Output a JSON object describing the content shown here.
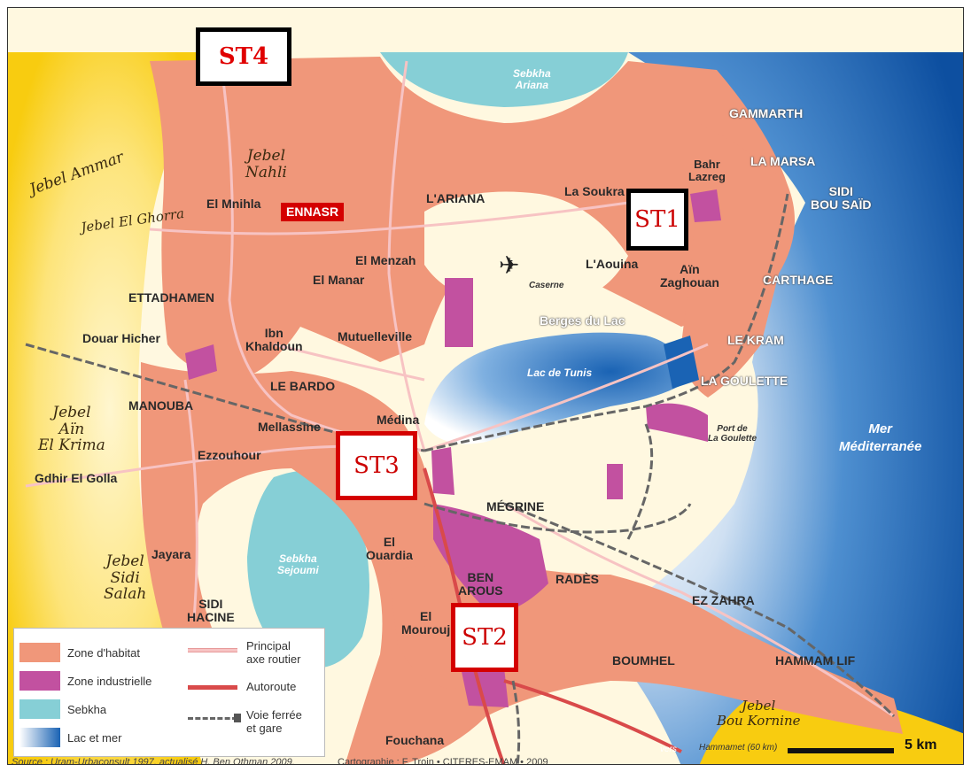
{
  "map": {
    "stations": [
      {
        "id": "st4",
        "label": "ST4",
        "color": "#e00000",
        "border": "#000000"
      },
      {
        "id": "st1",
        "label": "ST1",
        "color": "#cc0000",
        "border": "#000000"
      },
      {
        "id": "st3",
        "label": "ST3",
        "color": "#cc0000",
        "border": "#d40000"
      },
      {
        "id": "st2",
        "label": "ST2",
        "color": "#cc0000",
        "border": "#d40000"
      }
    ],
    "places": {
      "gammarth": "GAMMARTH",
      "la_marsa": "LA MARSA",
      "bahr_lazreg": "Bahr\nLazreg",
      "sidi_bou_said": "SIDI\nBOU SAÏD",
      "la_soukra": "La Soukra",
      "l_ariana": "L'ARIANA",
      "el_mnihla": "El Mnihla",
      "ennasr": "ENNASR",
      "el_menzah": "El Menzah",
      "el_manar": "El Manar",
      "l_aouina": "L'Aouina",
      "ain_zaghouan": "Aïn\nZaghouan",
      "carthage": "CARTHAGE",
      "caserne": "Caserne",
      "berges_du_lac": "Berges du Lac",
      "le_kram": "LE KRAM",
      "la_goulette": "LA GOULETTE",
      "ettadhamen": "ETTADHAMEN",
      "douar_hicher": "Douar Hicher",
      "ibn_khaldoun": "Ibn\nKhaldoun",
      "mutuelleville": "Mutuelleville",
      "le_bardo": "LE BARDO",
      "manouba": "MANOUBA",
      "medina": "Médina",
      "mellassine": "Mellassine",
      "ezzouhour": "Ezzouhour",
      "gdhir_el_golla": "Gdhir El Golla",
      "megrine": "MÉGRINE",
      "jayara": "Jayara",
      "el_ouardia": "El\nOuardia",
      "rades": "RADÈS",
      "ben_arous": "BEN\nAROUS",
      "el_mourouj": "El\nMourouj",
      "sidi_hacine": "SIDI\nHACINE",
      "ez_zahra": "EZ ZAHRA",
      "boumhel": "BOUMHEL",
      "hammam_lif": "HAMMAM LIF",
      "fouchana": "Fouchana",
      "port_la_goulette": "Port de\nLa Goulette"
    },
    "relief": {
      "jebel_ammar": "Jebel Ammar",
      "jebel_el_ghorra": "Jebel El Ghorra",
      "jebel_nahli": "Jebel\nNahli",
      "jebel_ain_el_krima": "Jebel\nAïn\nEl Krima",
      "jebel_sidi_salah": "Jebel\nSidi\nSalah",
      "jebel_bou_kornine": "Jebel\nBou Kornine"
    },
    "water": {
      "sebkha_ariana": "Sebkha\nAriana",
      "lac_de_tunis": "Lac de Tunis",
      "sebkha_sejoumi": "Sebkha\nSejoumi",
      "mer": "Mer\nMéditerranée"
    },
    "direction": {
      "vers": "vers",
      "hammamet": "Hammamet (60 km)"
    },
    "scale": {
      "label": "5 km"
    },
    "legend": {
      "zone_habitat": "Zone d'habitat",
      "zone_industrielle": "Zone industrielle",
      "sebkha": "Sebkha",
      "lac_mer": "Lac et mer",
      "principal": "Principal\naxe routier",
      "autoroute": "Autoroute",
      "voie": "Voie ferrée\net gare"
    },
    "source": "Source : Uram-Urbaconsult 1997, actualisé H. Ben Othman 2009.",
    "cartographie": "Cartographie : F. Troin • CITERES-EMAM • 2009",
    "colors": {
      "habitat": "#f0977a",
      "industrial": "#c251a0",
      "sebkha": "#86cfd6",
      "sea": "#1a63b4",
      "hills": "#f8cc10",
      "plain": "#fff8e0"
    }
  }
}
